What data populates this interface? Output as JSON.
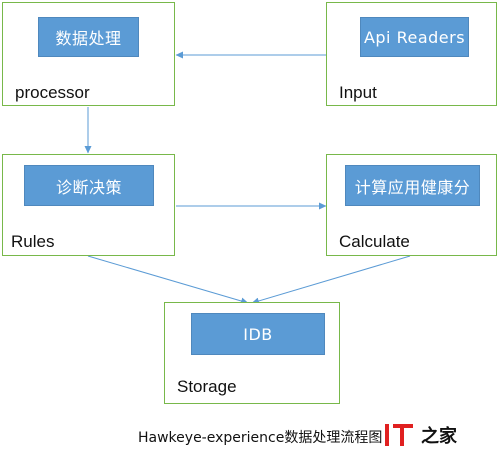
{
  "nodes": {
    "processor": {
      "inner_label": "数据处理",
      "label": "processor"
    },
    "input": {
      "inner_label": "Api Readers",
      "label": "Input"
    },
    "rules": {
      "inner_label": "诊断决策",
      "label": "Rules"
    },
    "calculate": {
      "inner_label": "计算应用健康分",
      "label": "Calculate"
    },
    "storage": {
      "inner_label": "IDB",
      "label": "Storage"
    }
  },
  "caption": "Hawkeye-experience数据处理流程图",
  "watermark": {
    "text": "之家",
    "mark_text": "IT"
  },
  "colors": {
    "box_border": "#78b84a",
    "inner_fill": "#5b9bd5",
    "arrow": "#5b9bd5",
    "watermark_red": "#e02020"
  }
}
